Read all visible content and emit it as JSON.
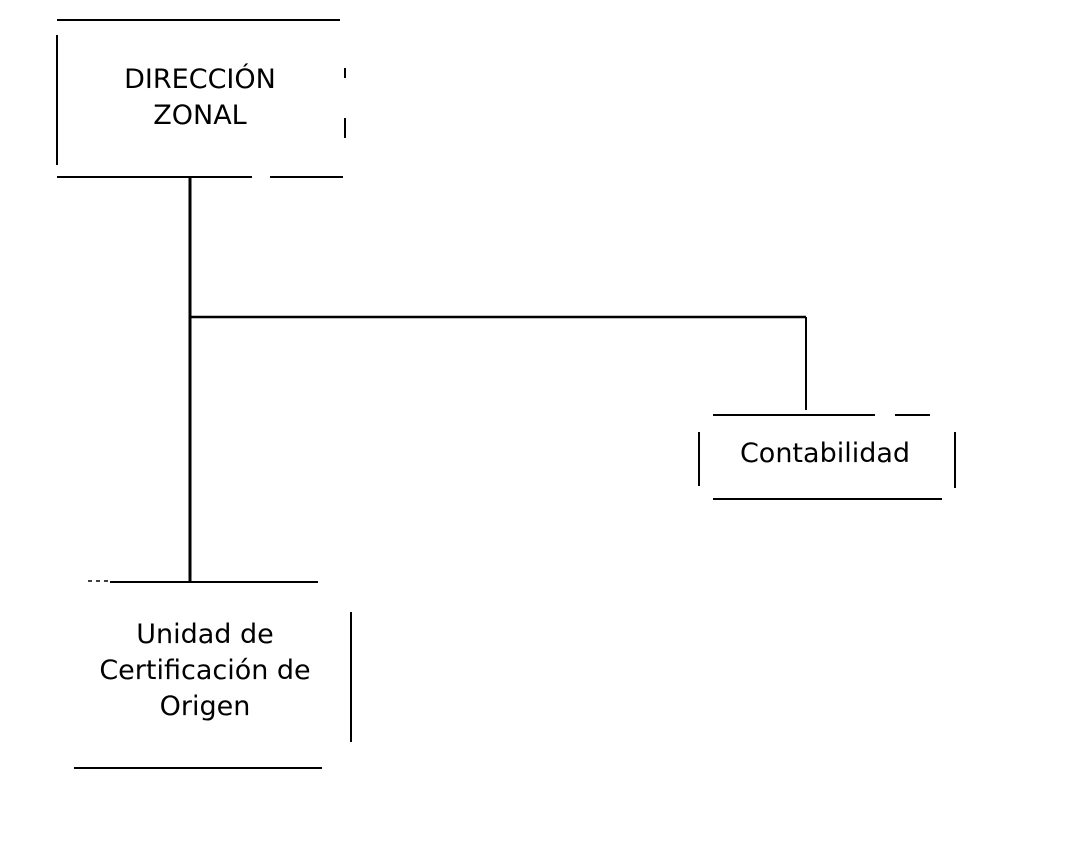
{
  "nodes": {
    "direccion_zonal": "DIRECCIÓN\nZONAL",
    "contabilidad": "Contabilidad",
    "unidad_certificacion": "Unidad de\nCertificación de\nOrigen"
  },
  "colors": {
    "line": "#000000",
    "background": "#ffffff"
  }
}
